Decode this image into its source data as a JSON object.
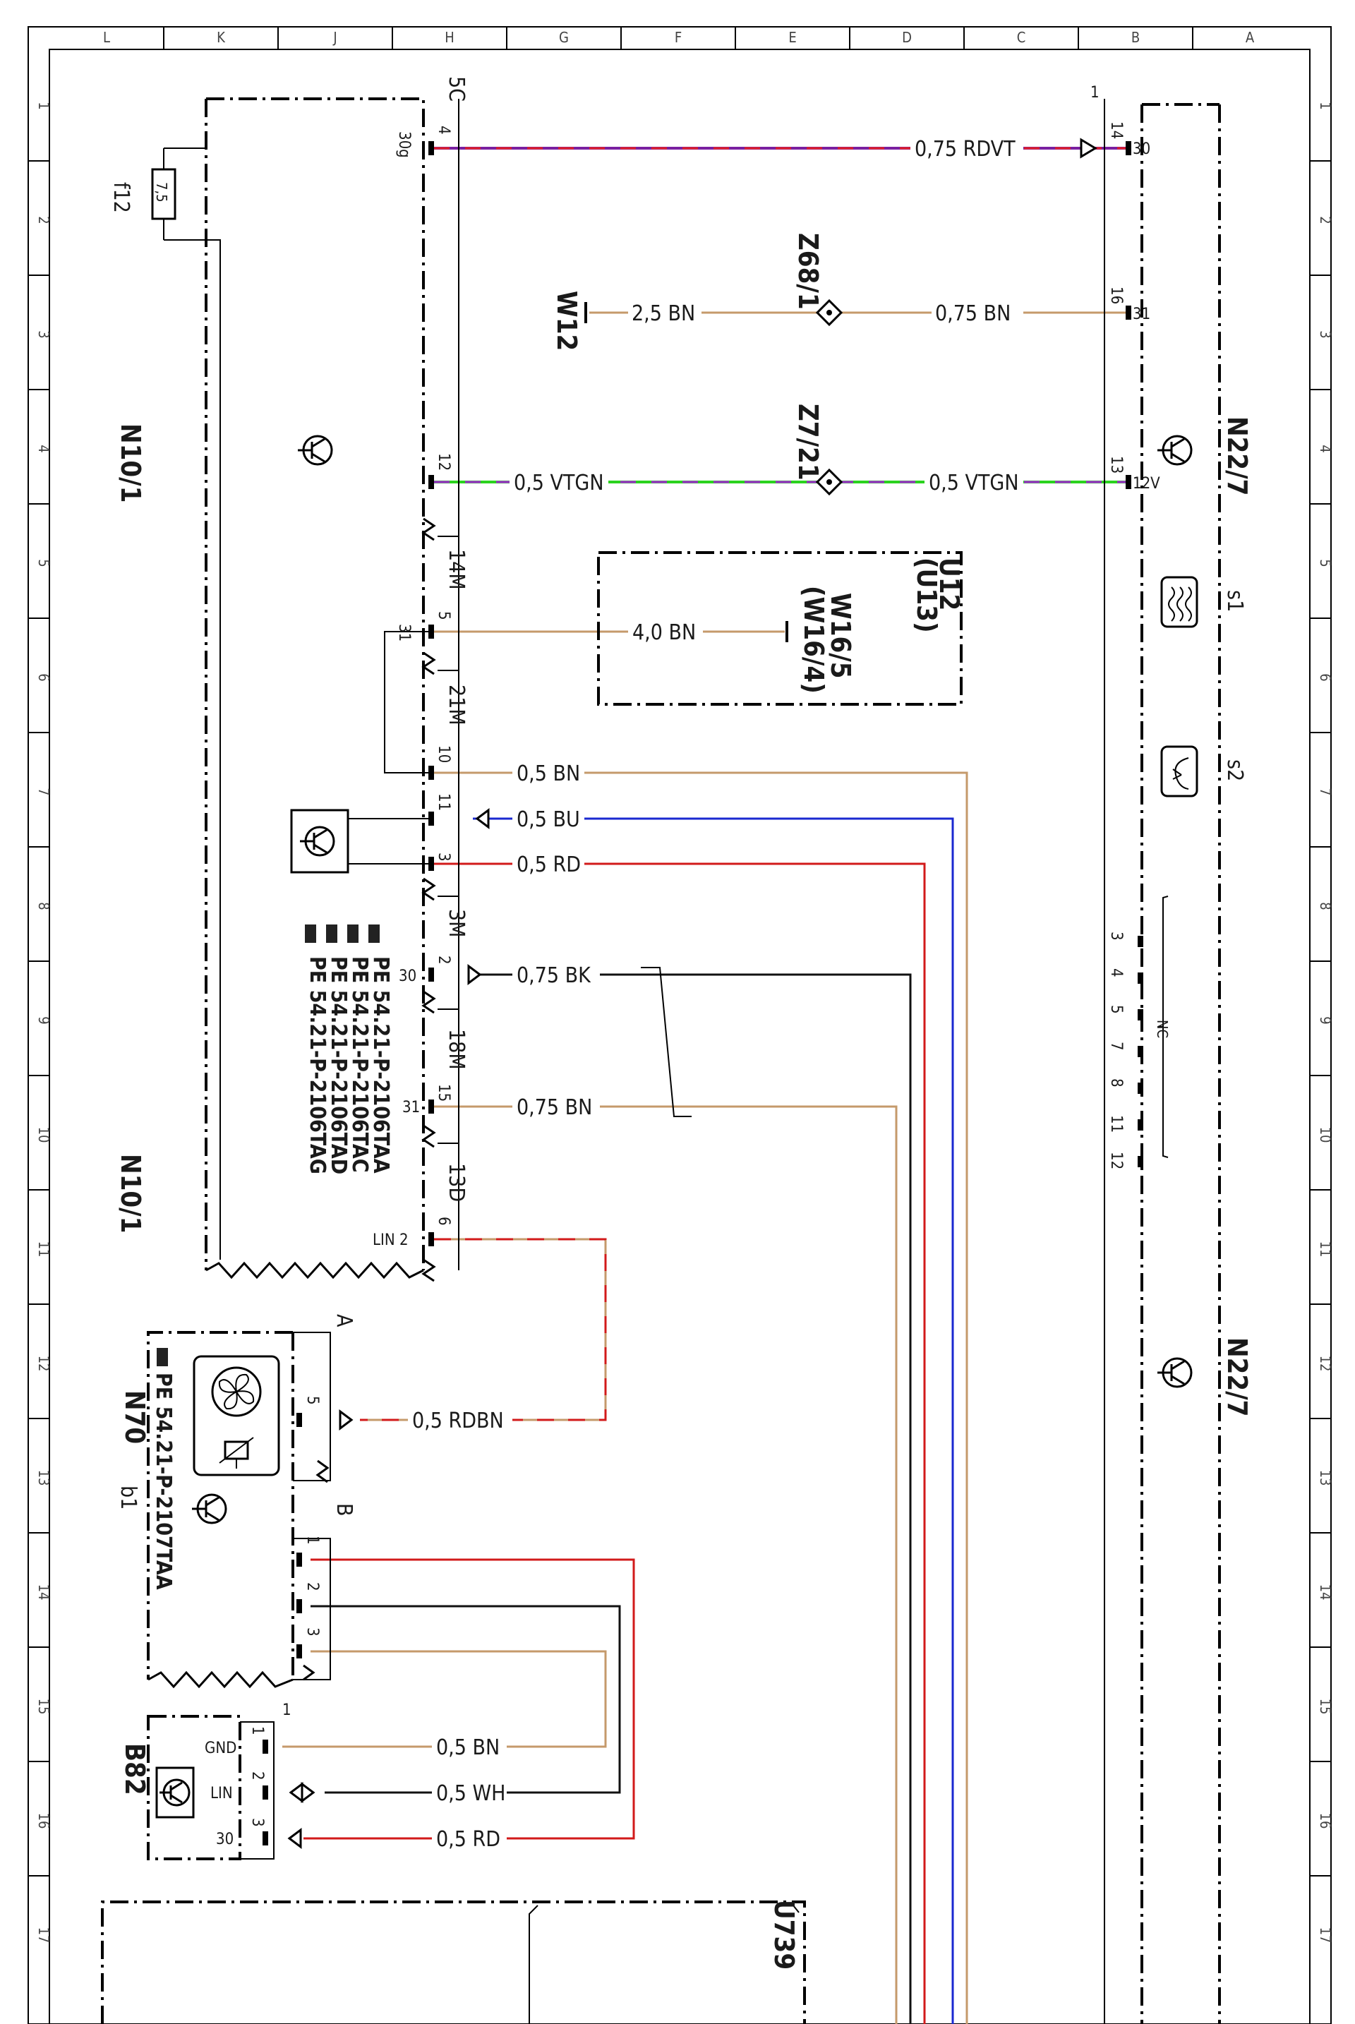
{
  "grid": {
    "columns": [
      "L",
      "K",
      "J",
      "H",
      "G",
      "F",
      "E",
      "D",
      "C",
      "B",
      "A"
    ],
    "rows": [
      "1",
      "2",
      "3",
      "4",
      "5",
      "6",
      "7",
      "8",
      "9",
      "10",
      "11",
      "12",
      "13",
      "14",
      "15",
      "16",
      "17"
    ]
  },
  "components": {
    "n10_1": {
      "label": "N10/1",
      "connectors": [
        "5C",
        "14M",
        "21M",
        "3M",
        "18M",
        "13D"
      ]
    },
    "n22_7": {
      "label": "N22/7",
      "s1": "s1",
      "s2": "s2",
      "nc": "NC"
    },
    "n70": {
      "label": "N70",
      "b1": "b1",
      "conn_a": "A",
      "conn_b": "B"
    },
    "b82": {
      "label": "B82"
    },
    "u739": {
      "label": "U739"
    },
    "u12": {
      "label": "U12",
      "label2": "(U13)"
    },
    "w16": {
      "label": "W16/5",
      "label2": "(W16/4)"
    },
    "w12": {
      "label": "W12"
    },
    "z68": {
      "label": "Z68/1"
    },
    "z7": {
      "label": "Z7/21"
    },
    "fuse": {
      "name": "f12",
      "value": "7,5"
    }
  },
  "wires": [
    {
      "id": "rdvt",
      "label": "0,75 RDVT",
      "color": "#7a1fa0",
      "stripe": "#e0202a"
    },
    {
      "id": "bn_w12",
      "label": "2,5 BN",
      "color": "#c59a6b"
    },
    {
      "id": "bn_z68",
      "label": "0,75 BN",
      "color": "#c59a6b"
    },
    {
      "id": "vtgn_l",
      "label": "0,5 VTGN",
      "color": "#2bd21e",
      "stripe": "#a02ad0"
    },
    {
      "id": "vtgn_r",
      "label": "0,5 VTGN",
      "color": "#2bd21e",
      "stripe": "#a02ad0"
    },
    {
      "id": "bn_w16",
      "label": "4,0 BN",
      "color": "#c59a6b"
    },
    {
      "id": "bn_10",
      "label": "0,5 BN",
      "color": "#c59a6b"
    },
    {
      "id": "bu_11",
      "label": "0,5 BU",
      "color": "#1a28d0"
    },
    {
      "id": "rd_3",
      "label": "0,5 RD",
      "color": "#d21a1a"
    },
    {
      "id": "bk_2",
      "label": "0,75 BK",
      "color": "#111111"
    },
    {
      "id": "bn_15",
      "label": "0,75 BN",
      "color": "#c59a6b"
    },
    {
      "id": "rdbn",
      "label": "0,5 RDBN",
      "color": "#c59a6b",
      "stripe": "#d21a1a"
    },
    {
      "id": "b82_bn",
      "label": "0,5 BN",
      "color": "#c59a6b"
    },
    {
      "id": "b82_wh",
      "label": "0,5 WH",
      "color": "#111111"
    },
    {
      "id": "b82_rd",
      "label": "0,5 RD",
      "color": "#d21a1a"
    }
  ],
  "pins": {
    "n10": {
      "p4": "4",
      "t30g": "30g",
      "p12": "12",
      "p5": "5",
      "t31a": "31",
      "p10": "10",
      "p11": "11",
      "p3": "3",
      "p2": "2",
      "t30": "30",
      "p15": "15",
      "t31b": "31",
      "p6": "6",
      "tlin": "LIN 2"
    },
    "n22": {
      "p14": "14",
      "t30": "30",
      "p16": "16",
      "t31": "31",
      "p13": "13",
      "t12v": "12V",
      "nc_pins": [
        "3",
        "4",
        "5",
        "7",
        "8",
        "11",
        "12"
      ],
      "one": "1"
    },
    "n70": {
      "p5": "5",
      "p1": "1",
      "p2": "2",
      "p3": "3"
    },
    "b82": {
      "p1": "1",
      "p2": "2",
      "p3": "3",
      "gnd": "GND",
      "lin": "LIN",
      "t30": "30",
      "one": "1"
    }
  },
  "references": {
    "n10": [
      "PE 54.21-P-2106TAA",
      "PE 54.21-P-2106TAC",
      "PE 54.21-P-2106TAD",
      "PE 54.21-P-2106TAG"
    ],
    "n70": "PE 54.21-P-2107TAA"
  }
}
